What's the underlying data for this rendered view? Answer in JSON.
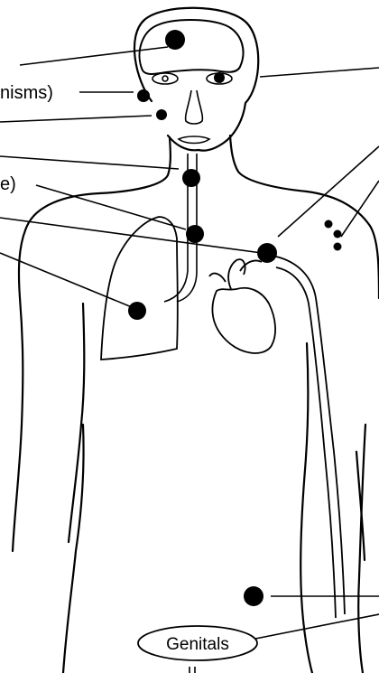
{
  "labels": {
    "mechanisms_fragment": "nisms)",
    "paren_fragment": "e)",
    "genitals": "Genitals"
  },
  "colors": {
    "ink": "#000000",
    "background": "#ffffff"
  },
  "icons": {
    "site_marker": "filled-circle",
    "heart": "heart-outline",
    "lung": "lung-outline",
    "brain": "brain-outline",
    "eye": "eye-outline"
  }
}
